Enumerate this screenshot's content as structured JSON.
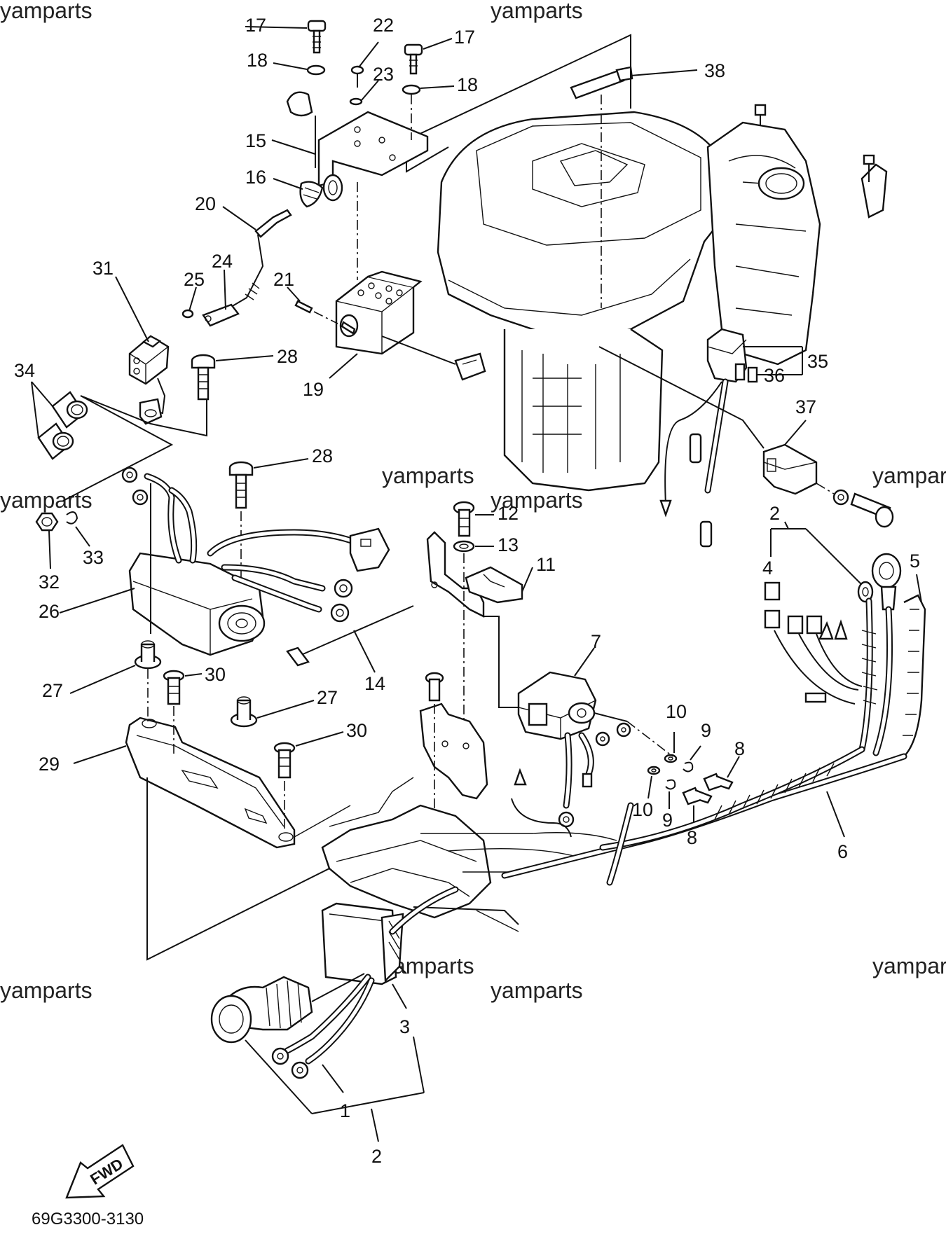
{
  "watermarks": [
    "yamparts",
    "yamparts",
    "yamparts",
    "yamparts",
    "yamparts",
    "yamparts",
    "yamparts",
    "yamparts",
    "yamparts",
    "yamparts"
  ],
  "callouts": {
    "c1": "1",
    "c2a": "2",
    "c2b": "2",
    "c3": "3",
    "c4": "4",
    "c5": "5",
    "c6": "6",
    "c7": "7",
    "c8a": "8",
    "c8b": "8",
    "c9a": "9",
    "c9b": "9",
    "c10a": "10",
    "c10b": "10",
    "c11": "11",
    "c12": "12",
    "c13": "13",
    "c14": "14",
    "c15": "15",
    "c16": "16",
    "c17a": "17",
    "c17b": "17",
    "c18a": "18",
    "c18b": "18",
    "c19": "19",
    "c20": "20",
    "c21": "21",
    "c22": "22",
    "c23": "23",
    "c24": "24",
    "c25": "25",
    "c26": "26",
    "c27a": "27",
    "c27b": "27",
    "c28a": "28",
    "c28b": "28",
    "c29": "29",
    "c30a": "30",
    "c30b": "30",
    "c31": "31",
    "c32": "32",
    "c33": "33",
    "c34": "34",
    "c35": "35",
    "c36": "36",
    "c37": "37",
    "c38": "38"
  },
  "fwd_label": "FWD",
  "diagram_code": "69G3300-3130"
}
